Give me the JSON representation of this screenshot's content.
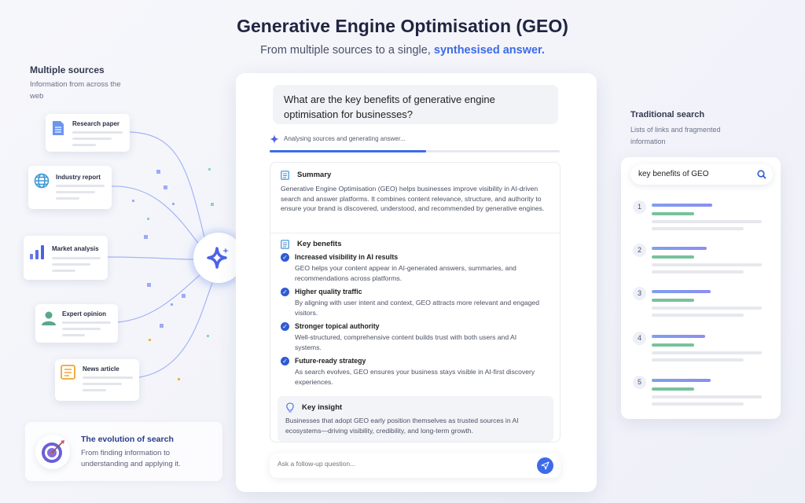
{
  "header": {
    "title": "Generative Engine Optimisation (GEO)",
    "subtitle_prefix": "From multiple sources to a single, ",
    "subtitle_highlight": "synthesised answer."
  },
  "sources": {
    "heading": "Multiple sources",
    "description": "Information from across the web",
    "cards": [
      {
        "label": "Research paper",
        "icon": "document-icon"
      },
      {
        "label": "Industry report",
        "icon": "globe-icon"
      },
      {
        "label": "Market analysis",
        "icon": "bar-chart-icon"
      },
      {
        "label": "Expert opinion",
        "icon": "person-icon"
      },
      {
        "label": "News article",
        "icon": "newspaper-icon"
      }
    ]
  },
  "hub": {
    "icon": "sparkle-icon"
  },
  "evolution": {
    "title": "The evolution of search",
    "text": "From finding information to understanding and applying it.",
    "icon": "target-icon"
  },
  "answer": {
    "question": "What are the key benefits of generative engine optimisation for businesses?",
    "status": "Analysing sources and generating answer...",
    "progress_percent": 54,
    "summary_title": "Summary",
    "summary_text": "Generative Engine Optimisation (GEO) helps businesses improve visibility in AI-driven search and answer platforms. It combines content relevance, structure, and authority to ensure your brand is discovered, understood, and recommended by generative engines.",
    "benefits_title": "Key benefits",
    "benefits": [
      {
        "title": "Increased visibility in AI results",
        "text": "GEO helps your content appear in AI-generated answers, summaries, and recommendations across platforms."
      },
      {
        "title": "Higher quality traffic",
        "text": "By aligning with user intent and context, GEO attracts more relevant and engaged visitors."
      },
      {
        "title": "Stronger topical authority",
        "text": "Well-structured, comprehensive content builds trust with both users and AI systems."
      },
      {
        "title": "Future-ready strategy",
        "text": "As search evolves, GEO ensures your business stays visible in AI-first discovery experiences."
      }
    ],
    "insight_title": "Key insight",
    "insight_text": "Businesses that adopt GEO early position themselves as trusted sources in AI ecosystems—driving visibility, credibility, and long-term growth.",
    "followup_placeholder": "Ask a follow-up question..."
  },
  "traditional": {
    "heading": "Traditional search",
    "description": "Lists of links and fragmented information",
    "query": "key benefits of GEO",
    "results": [
      "1",
      "2",
      "3",
      "4",
      "5"
    ]
  },
  "colors": {
    "accent": "#3d6be8",
    "check": "#2f5bd3",
    "green": "#6dbb92"
  }
}
